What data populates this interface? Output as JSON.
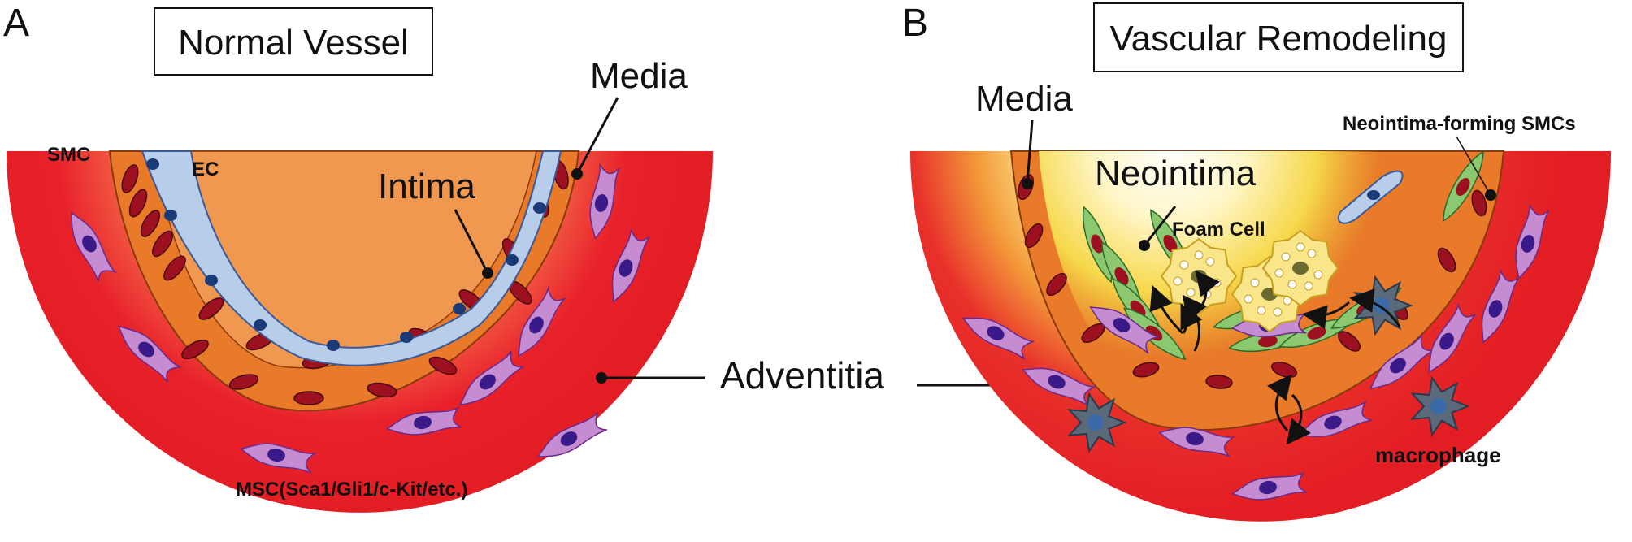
{
  "panel_a": {
    "letter": "A",
    "title": "Normal Vessel",
    "labels": {
      "media": "Media",
      "intima": "Intima",
      "smc": "SMC",
      "ec": "EC",
      "msc": "MSC(Sca1/Gli1/c-Kit/etc.)"
    }
  },
  "panel_b": {
    "letter": "B",
    "title": "Vascular Remodeling",
    "labels": {
      "media": "Media",
      "neointima": "Neointima",
      "foam_cell": "Foam Cell",
      "neointima_smcs": "Neointima-forming SMCs",
      "macrophage": "macrophage"
    }
  },
  "shared": {
    "adventitia": "Adventitia"
  },
  "colors": {
    "adventitia_red": "#e8202a",
    "adventitia_light": "#f8b8a0",
    "smc_orange": "#e87a2a",
    "smc_nucleus": "#9c1020",
    "ec_blue": "#b8cdea",
    "ec_nucleus": "#1a3a78",
    "msc_purple": "#c68cd2",
    "msc_nucleus": "#3a1a88",
    "neointima_yellow": "#f6d84a",
    "green_smc": "#8cc870",
    "macrophage_gray": "#5a6a7a",
    "foam_yellow": "#fae68a"
  }
}
